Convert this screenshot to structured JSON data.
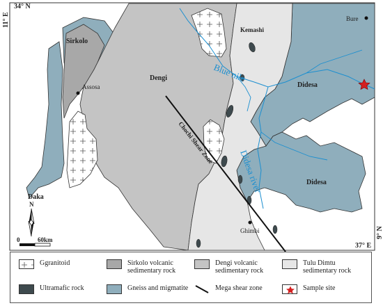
{
  "coordinates": {
    "top_left_lat": "34° N",
    "top_left_lon": "11° E",
    "bottom_right_lon": "37° E",
    "bottom_right_lat": "9° N"
  },
  "units": {
    "geology": [
      {
        "id": "dengi",
        "label": "Dengi"
      },
      {
        "id": "sirkolo",
        "label": "Sirkolo"
      },
      {
        "id": "didesa-1",
        "label": "Didesa"
      },
      {
        "id": "didesa-2",
        "label": "Didesa"
      },
      {
        "id": "daka",
        "label": "Daka"
      },
      {
        "id": "kemashi",
        "label": "Kemashi"
      }
    ]
  },
  "places": [
    {
      "id": "bure",
      "label": "Bure"
    },
    {
      "id": "assosa",
      "label": "Assosa"
    },
    {
      "id": "ghimbi",
      "label": "Ghimbi"
    }
  ],
  "rivers": [
    {
      "id": "blue-nile",
      "label": "Blue nile"
    },
    {
      "id": "didesa-river",
      "label": "Didesa river"
    }
  ],
  "shear_zone_label": "Chochi Shear Zone",
  "scale": {
    "start": "0",
    "end": "60km"
  },
  "north": "N",
  "legend": [
    {
      "id": "granitoid",
      "label": "Ggranitoid"
    },
    {
      "id": "sirkolo",
      "label": "Sirkolo volcanic sedimentary rock"
    },
    {
      "id": "dengi",
      "label": "Dengi volcanic sedimentary rock"
    },
    {
      "id": "tulu",
      "label": "Tulu Dimtu sedimentary rock"
    },
    {
      "id": "ultramafic",
      "label": "Ultramafic rock"
    },
    {
      "id": "gneiss",
      "label": "Gneiss and migmatite"
    },
    {
      "id": "shear",
      "label": "Mega shear zone"
    },
    {
      "id": "sample",
      "label": "Sample site"
    }
  ],
  "colors": {
    "gneiss": "#8faebc",
    "dengi": "#c4c4c4",
    "sirkolo": "#a8a8a8",
    "tulu": "#e6e6e6",
    "ultramafic": "#3e4a4e",
    "river": "#1c8fd0",
    "star": "#d42020"
  }
}
